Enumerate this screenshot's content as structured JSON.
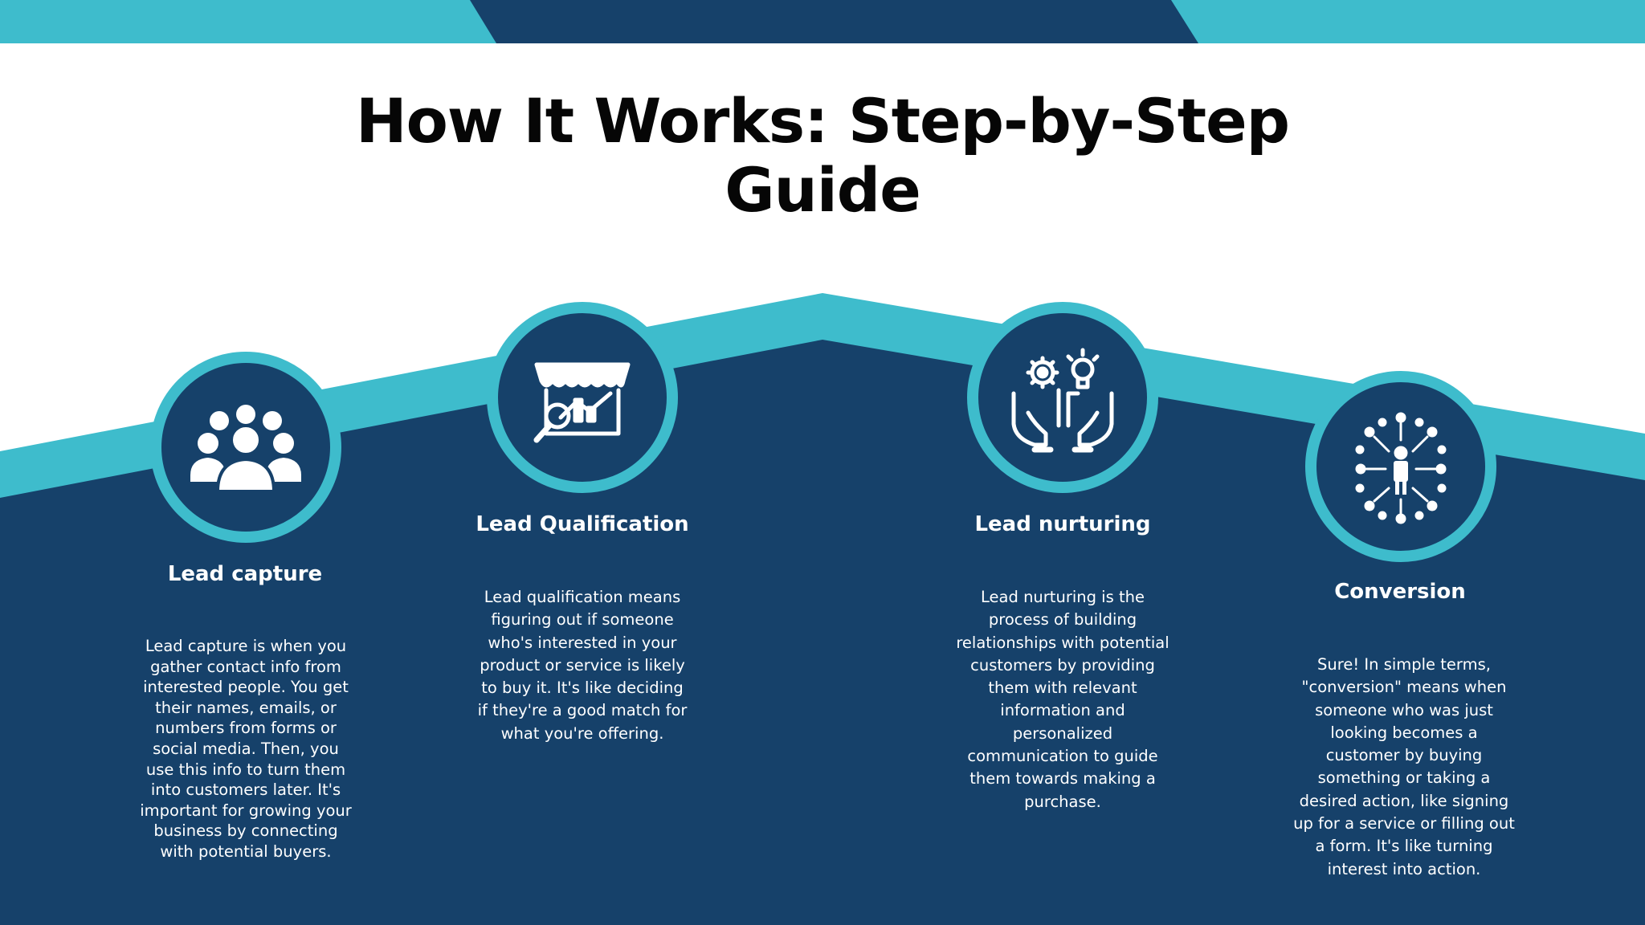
{
  "title": "How It Works: Step-by-Step Guide",
  "colors": {
    "navy": "#16416a",
    "teal": "#3ebccc",
    "white": "#ffffff",
    "text": "#060606"
  },
  "steps": [
    {
      "title": "Lead capture",
      "icon": "people-group-icon",
      "description": "Lead capture is when you gather contact info from interested people. You get their names, emails, or numbers from forms or social media. Then, you use this info to turn them into customers later. It's important for growing your business by connecting with potential buyers."
    },
    {
      "title": "Lead Qualification",
      "icon": "storefront-analytics-icon",
      "description": "Lead qualification means figuring out if someone who's interested in your product or service is likely to buy it. It's like deciding if they're a good match for what you're offering."
    },
    {
      "title": "Lead nurturing",
      "icon": "hands-gear-lightbulb-icon",
      "description": "Lead nurturing is the process of building relationships with potential customers by providing them with relevant information and personalized communication to guide them towards making a purchase."
    },
    {
      "title": "Conversion",
      "icon": "person-network-icon",
      "description": "Sure! In simple terms, \"conversion\" means when someone who was just looking becomes a customer by buying something or taking a desired action, like signing up for a service or filling out a form. It's like turning interest into action."
    }
  ]
}
